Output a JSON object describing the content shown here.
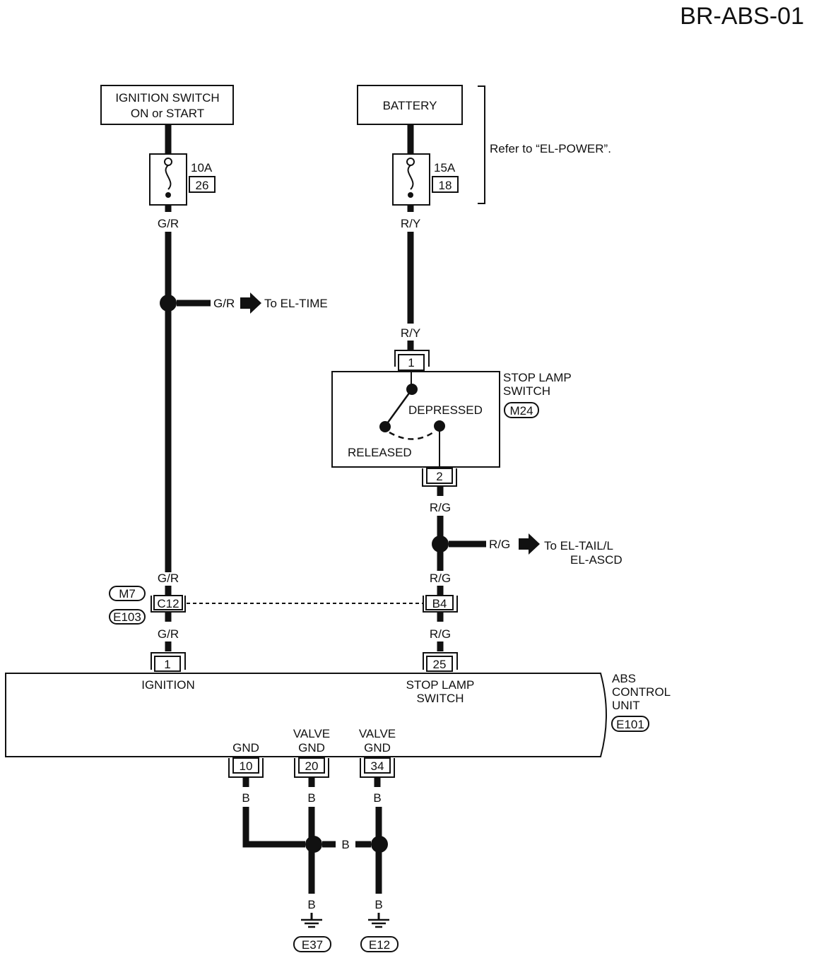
{
  "title": "BR-ABS-01",
  "ignition_switch": {
    "line1": "IGNITION SWITCH",
    "line2": "ON or START"
  },
  "battery": {
    "label": "BATTERY"
  },
  "fuse_ign": {
    "rating": "10A",
    "number": "26"
  },
  "fuse_bat": {
    "rating": "15A",
    "number": "18"
  },
  "power_note": "Refer to “EL-POWER”.",
  "wires": {
    "gr": "G/R",
    "ry": "R/Y",
    "rg": "R/G",
    "b": "B"
  },
  "to_time": "To  EL-TIME",
  "to_tail": {
    "line1": "To  EL-TAIL/L",
    "line2": "EL-ASCD"
  },
  "stop_lamp_switch": {
    "line1": "STOP LAMP",
    "line2": "SWITCH",
    "connector": "M24",
    "pin_in": "1",
    "pin_out": "2",
    "depressed": "DEPRESSED",
    "released": "RELEASED"
  },
  "joint_connector": {
    "m": "M7",
    "c": "C12",
    "e": "E103",
    "b": "B4"
  },
  "abs_unit": {
    "line1": "ABS",
    "line2": "CONTROL",
    "line3": "UNIT",
    "connector": "E101",
    "pin_ign": "1",
    "label_ign": "IGNITION",
    "pin_stop": "25",
    "label_stop1": "STOP LAMP",
    "label_stop2": "SWITCH",
    "gnd_label": "GND",
    "pin_gnd": "10",
    "valve1": "VALVE",
    "gnd1": "GND",
    "pin_valve1": "20",
    "valve2": "VALVE",
    "gnd2": "GND",
    "pin_valve2": "34"
  },
  "grounds": {
    "g1": "E37",
    "g2": "E12"
  }
}
